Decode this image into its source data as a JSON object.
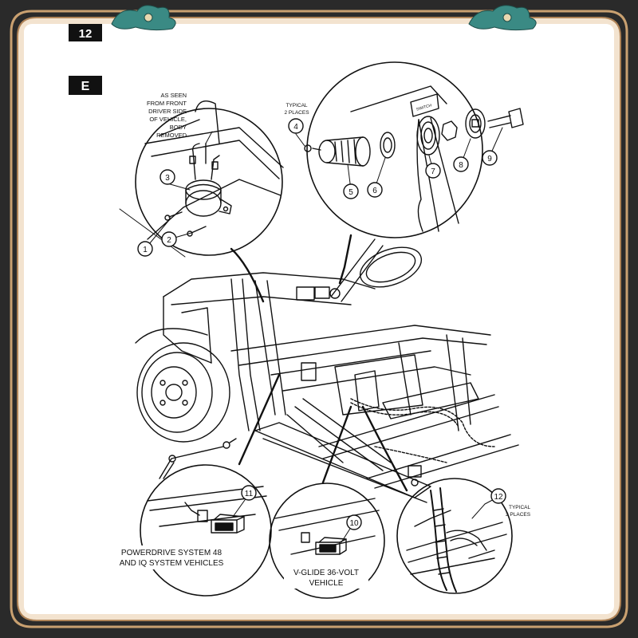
{
  "page_number": "12",
  "figure_letter": "E",
  "colors": {
    "frame_bg": "#2a2a2a",
    "border": "#c9a070",
    "paper": "#ffffff",
    "ink": "#111111",
    "ornament": "#3a8a84"
  },
  "icons": [
    "cloud-ornament-icon"
  ],
  "callouts": {
    "c1": "1",
    "c2": "2",
    "c3": "3",
    "c4": "4",
    "c5": "5",
    "c6": "6",
    "c7": "7",
    "c8": "8",
    "c9": "9",
    "c10": "10",
    "c11": "11",
    "c12": "12"
  },
  "notes": {
    "as_seen": [
      "AS SEEN",
      "FROM FRONT",
      "DRIVER SIDE",
      "OF VEHICLE,",
      "BODY",
      "REMOVED"
    ],
    "typical_top": [
      "TYPICAL",
      "2 PLACES"
    ],
    "typical_bottom": [
      "TYPICAL",
      "2 PLACES"
    ],
    "key_switch_plate": "SWITCH"
  },
  "captions": {
    "powerdrive": [
      "POWERDRIVE SYSTEM 48",
      "AND IQ SYSTEM VEHICLES"
    ],
    "vglide": [
      "V-GLIDE 36-VOLT",
      "VEHICLE"
    ]
  }
}
